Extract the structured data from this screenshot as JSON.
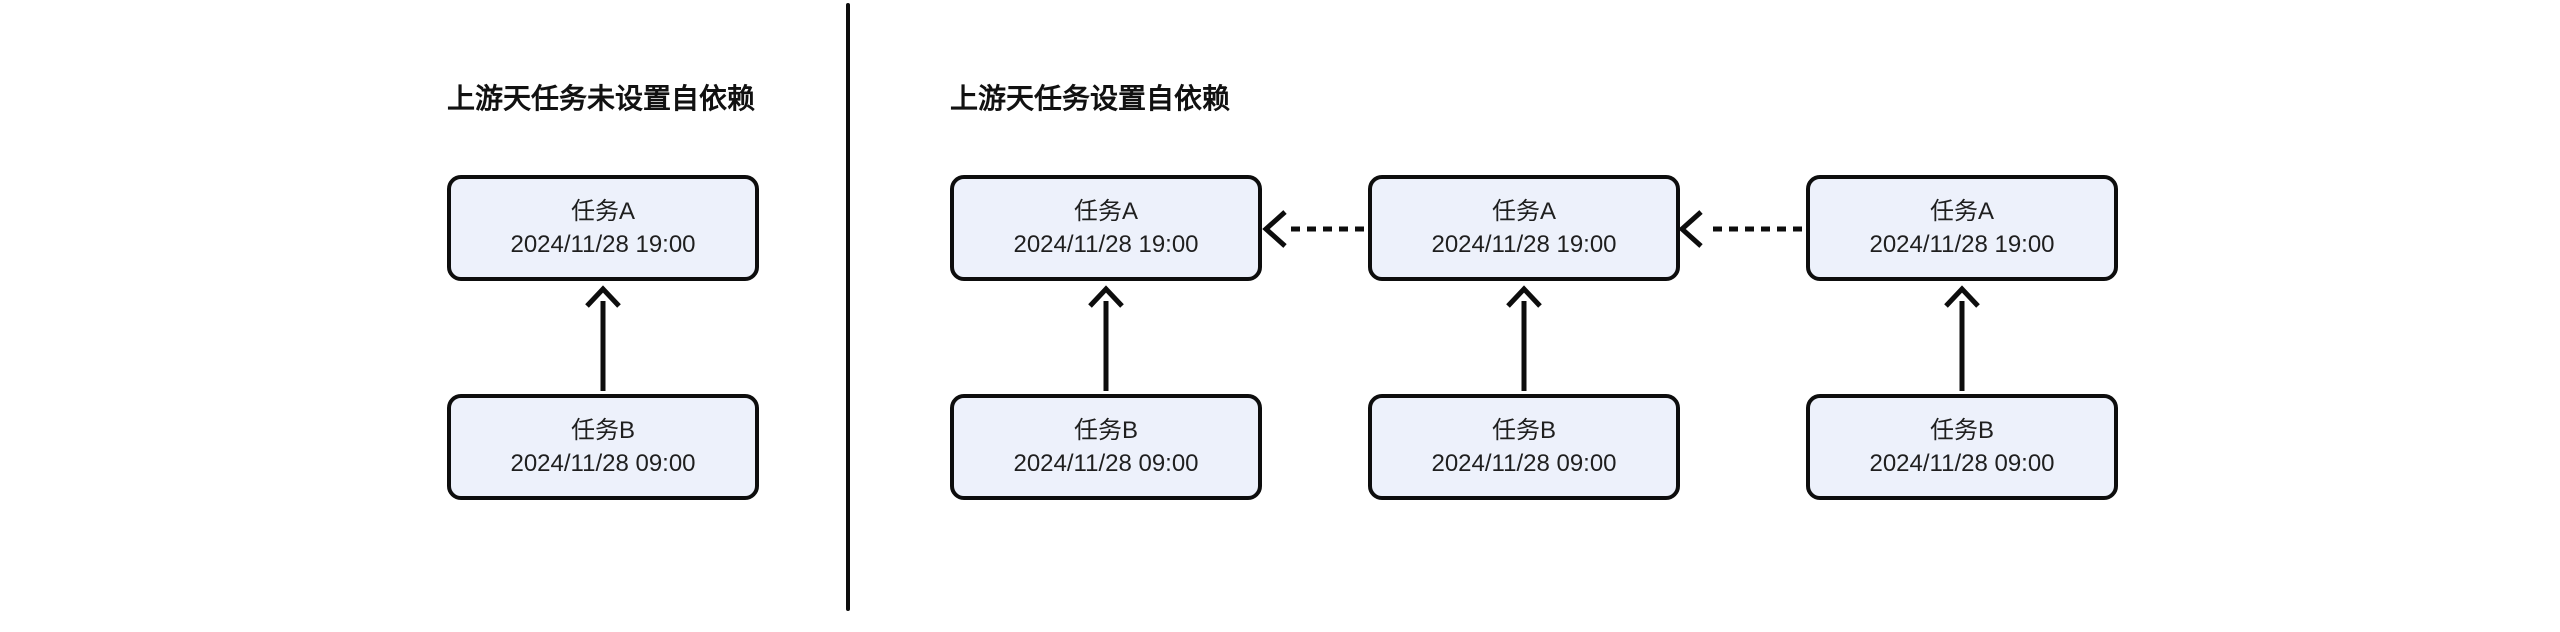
{
  "colors": {
    "background": "#ffffff",
    "node_fill": "#edf1fb",
    "node_border": "#0d0d0d",
    "arrow": "#0d0d0d",
    "divider": "#0d0d0d",
    "title_text": "#111111",
    "node_text": "#1f1f1f"
  },
  "sections": [
    {
      "title": "上游天任务未设置自依赖",
      "groups": [
        {
          "task_a": {
            "name": "任务A",
            "time": "2024/11/28 19:00"
          },
          "task_b": {
            "name": "任务B",
            "time": "2024/11/28 09:00"
          }
        }
      ],
      "edges": [
        {
          "from": "任务B",
          "to": "任务A",
          "style": "solid",
          "direction": "up"
        }
      ]
    },
    {
      "title": "上游天任务设置自依赖",
      "groups": [
        {
          "task_a": {
            "name": "任务A",
            "time": "2024/11/28 19:00"
          },
          "task_b": {
            "name": "任务B",
            "time": "2024/11/28 09:00"
          }
        },
        {
          "task_a": {
            "name": "任务A",
            "time": "2024/11/28 19:00"
          },
          "task_b": {
            "name": "任务B",
            "time": "2024/11/28 09:00"
          }
        },
        {
          "task_a": {
            "name": "任务A",
            "time": "2024/11/28 19:00"
          },
          "task_b": {
            "name": "任务B",
            "time": "2024/11/28 09:00"
          }
        }
      ],
      "edges": [
        {
          "from": "任务B",
          "to": "任务A",
          "style": "solid",
          "direction": "up"
        },
        {
          "from": "任务A",
          "to": "任务A",
          "style": "dashed",
          "direction": "left"
        },
        {
          "from": "任务A",
          "to": "任务A",
          "style": "dashed",
          "direction": "left"
        }
      ]
    }
  ]
}
